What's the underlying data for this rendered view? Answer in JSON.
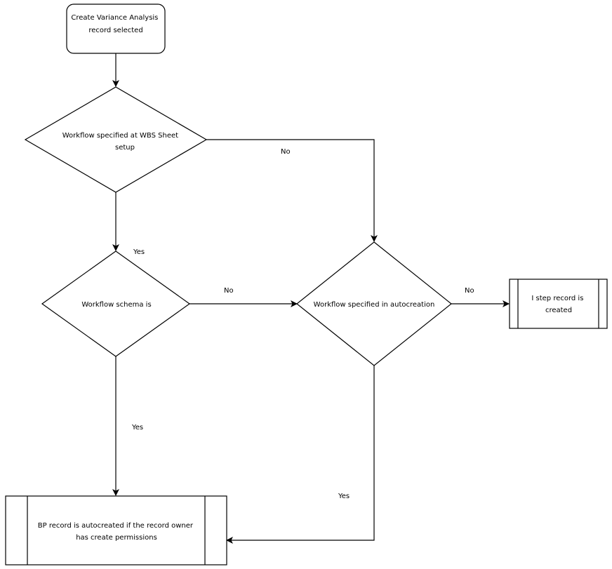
{
  "nodes": {
    "start": {
      "lines": [
        "Create Variance Analysis",
        "record selected"
      ]
    },
    "decision_wbs": {
      "lines": [
        "Workflow specified at WBS Sheet",
        "setup"
      ]
    },
    "decision_schema": {
      "lines": [
        "Workflow schema is"
      ]
    },
    "decision_autocreation": {
      "lines": [
        "Workflow specified in autocreation"
      ]
    },
    "process_istep": {
      "lines": [
        "I step record is",
        "created"
      ]
    },
    "process_bp": {
      "lines": [
        "BP record is autocreated if the record owner",
        "has create permissions"
      ]
    }
  },
  "edges": {
    "wbs_no": "No",
    "wbs_yes": "Yes",
    "schema_no": "No",
    "schema_yes": "Yes",
    "autocreation_no": "No",
    "autocreation_yes": "Yes"
  }
}
